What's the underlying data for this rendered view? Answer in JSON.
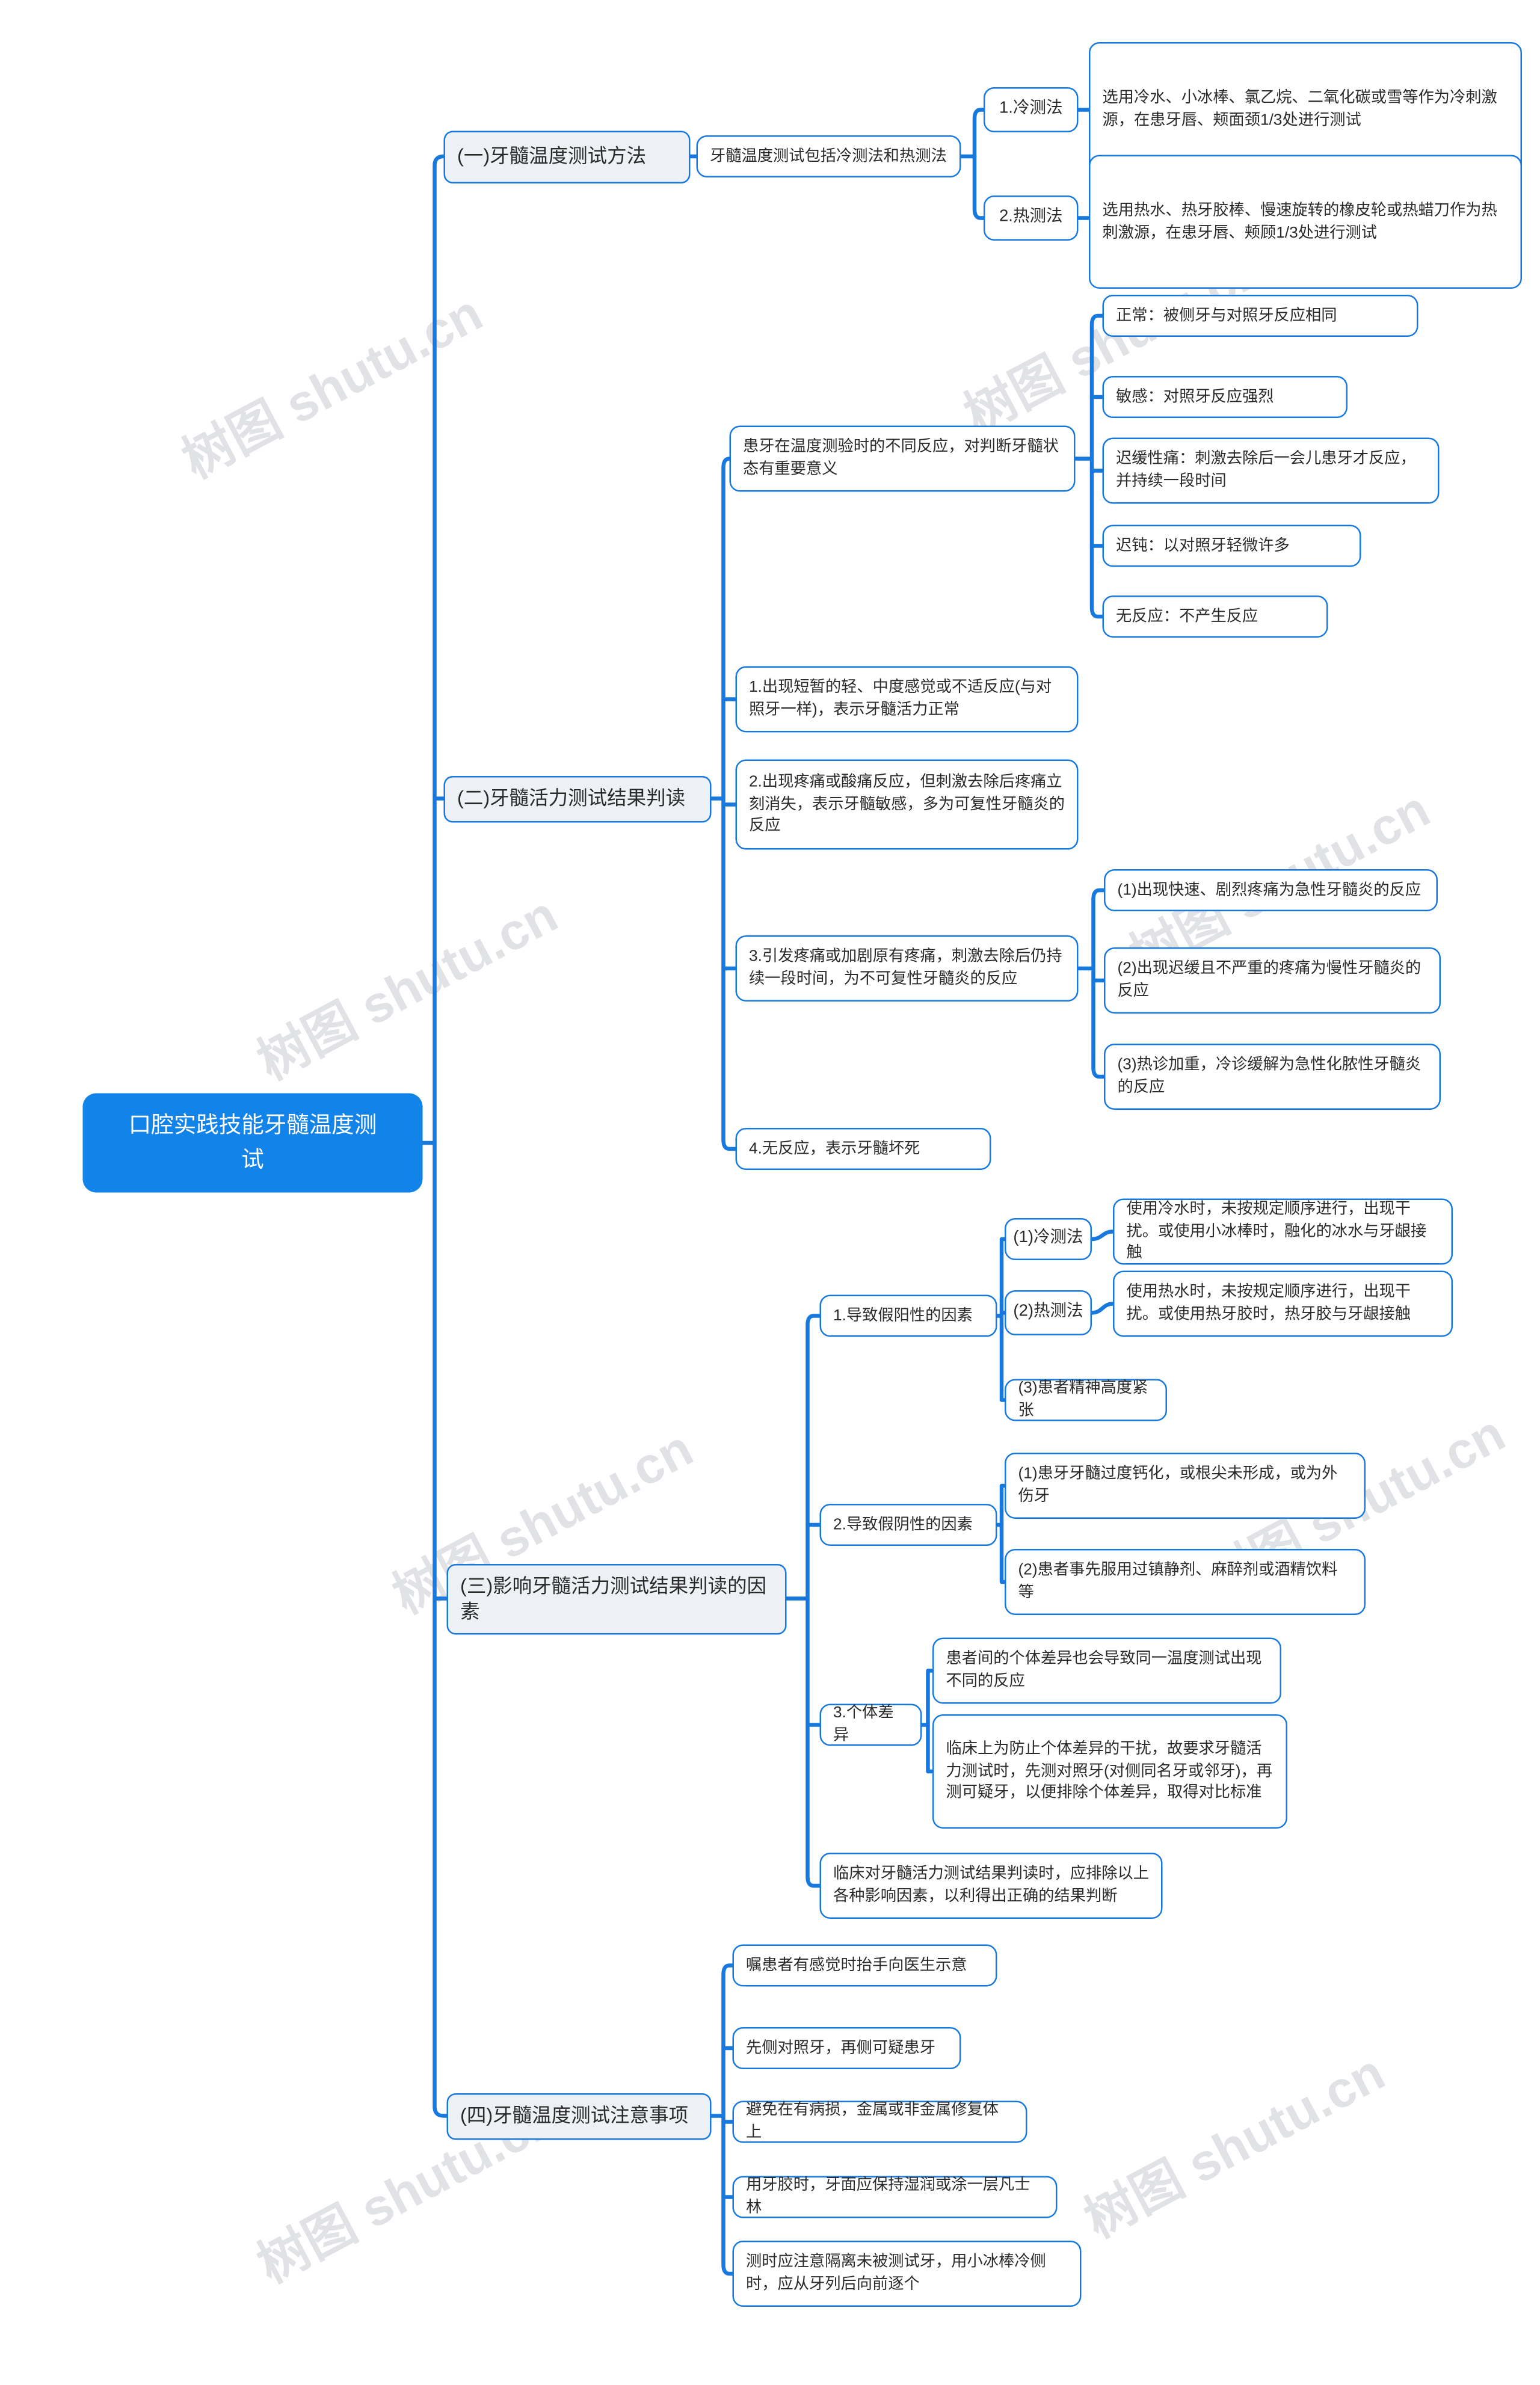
{
  "watermark": {
    "text": "树图 shutu.cn"
  },
  "colors": {
    "accent": "#1779dd",
    "root_fill": "#1283e8",
    "branch_fill": "#edf0f4"
  },
  "root": {
    "label": "口腔实践技能牙髓温度测试"
  },
  "branch1": {
    "label": "(一)牙髓温度测试方法",
    "note": "牙髓温度测试包括冷测法和热测法",
    "cold": {
      "label": "1.冷测法",
      "desc": "选用冷水、小冰棒、氯乙烷、二氧化碳或雪等作为冷刺激源，在患牙唇、颊面颈1/3处进行测试"
    },
    "heat": {
      "label": "2.热测法",
      "desc": "选用热水、热牙胶棒、慢速旋转的橡皮轮或热蜡刀作为热刺激源，在患牙唇、颊顾1/3处进行测试"
    }
  },
  "branch2": {
    "label": "(二)牙髓活力测试结果判读",
    "intro": "患牙在温度测验时的不同反应，对判断牙髓状态有重要意义",
    "reactions": [
      "正常：被侧牙与对照牙反应相同",
      "敏感：对照牙反应强烈",
      "迟缓性痛：刺激去除后一会儿患牙才反应，并持续一段时间",
      "迟钝：以对照牙轻微许多",
      "无反应：不产生反应"
    ],
    "item1": "1.出现短暂的轻、中度感觉或不适反应(与对照牙一样)，表示牙髓活力正常",
    "item2": "2.出现疼痛或酸痛反应，但刺激去除后疼痛立刻消失，表示牙髓敏感，多为可复性牙髓炎的反应",
    "item3": "3.引发疼痛或加剧原有疼痛，刺激去除后仍持续一段时间，为不可复性牙髓炎的反应",
    "item3_subs": [
      "(1)出现快速、剧烈疼痛为急性牙髓炎的反应",
      "(2)出现迟缓且不严重的疼痛为慢性牙髓炎的反应",
      "(3)热诊加重，冷诊缓解为急性化脓性牙髓炎的反应"
    ],
    "item4": "4.无反应，表示牙髓坏死"
  },
  "branch3": {
    "label": "(三)影响牙髓活力测试结果判读的因素",
    "false_positive": {
      "label": "1.导致假阳性的因素",
      "cold": {
        "label": "(1)冷测法",
        "desc": "使用冷水时，未按规定顺序进行，出现干扰。或使用小冰棒时，融化的冰水与牙龈接触"
      },
      "heat": {
        "label": "(2)热测法",
        "desc": "使用热水时，未按规定顺序进行，出现干扰。或使用热牙胶时，热牙胶与牙龈接触"
      },
      "nervous": "(3)患者精神高度紧张"
    },
    "false_negative": {
      "label": "2.导致假阴性的因素",
      "items": [
        "(1)患牙牙髓过度钙化，或根尖未形成，或为外伤牙",
        "(2)患者事先服用过镇静剂、麻醉剂或酒精饮料等"
      ]
    },
    "individual": {
      "label": "3.个体差异",
      "items": [
        "患者间的个体差异也会导致同一温度测试出现不同的反应",
        "临床上为防止个体差异的干扰，故要求牙髓活力测试时，先测对照牙(对侧同名牙或邻牙)，再测可疑牙，以便排除个体差异，取得对比标准"
      ]
    },
    "conclusion": "临床对牙髓活力测试结果判读时，应排除以上各种影响因素，以利得出正确的结果判断"
  },
  "branch4": {
    "label": "(四)牙髓温度测试注意事项",
    "items": [
      "嘱患者有感觉时抬手向医生示意",
      "先侧对照牙，再侧可疑患牙",
      "避免在有病损，金属或非金属修复体上",
      "用牙胶时，牙面应保持湿润或涂一层凡士林",
      "测时应注意隔离未被测试牙，用小冰棒冷侧时，应从牙列后向前逐个"
    ]
  }
}
